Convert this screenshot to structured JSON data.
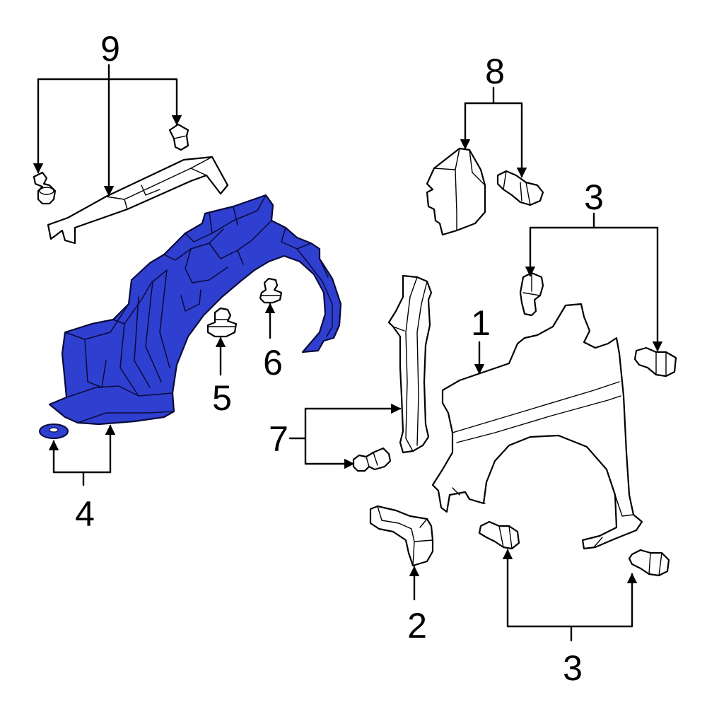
{
  "colors": {
    "highlight": "#2f3fcf",
    "highlight_dark": "#1e2a9e",
    "line": "#000000",
    "background": "#ffffff"
  },
  "callouts": {
    "c1": "1",
    "c2": "2",
    "c3_top": "3",
    "c3_bottom": "3",
    "c4": "4",
    "c5": "5",
    "c6": "6",
    "c7": "7",
    "c8": "8",
    "c9": "9"
  },
  "highlighted_part": "4"
}
